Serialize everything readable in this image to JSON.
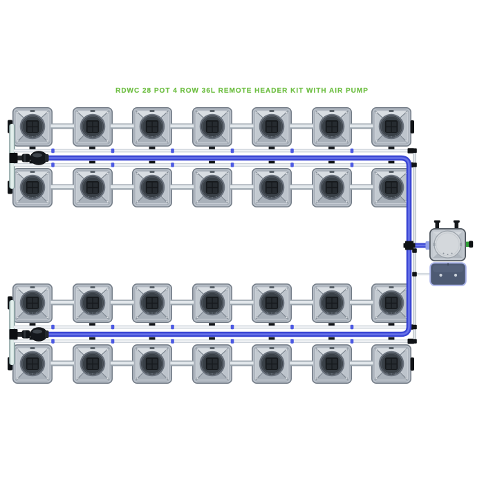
{
  "title": "RDWC 28 POT 4 ROW 36L REMOTE HEADER KIT WITH AIR PUMP",
  "system": {
    "total_pots": 28,
    "rows": 4,
    "pots_per_row": 7,
    "pot_volume_label": "36L",
    "banks": [
      {
        "name": "top-bank",
        "rows": 2,
        "pots_per_row": 7
      },
      {
        "name": "bottom-bank",
        "rows": 2,
        "pots_per_row": 7
      }
    ],
    "components": [
      "grow-pot-icon",
      "net-pot-lid-icon",
      "linking-pipe-icon",
      "return-manifold-icon",
      "delivery-tubing-icon",
      "inline-pump-icon",
      "shutoff-valve-icon",
      "remote-header-tank-icon",
      "air-pump-icon",
      "airline-icon",
      "green-fitting-icon"
    ]
  },
  "colors": {
    "title_green": "#6fbf44",
    "delivery_blue": "#3a46d4",
    "delivery_blue_highlight": "#6873e8",
    "clamp_blue": "#4d5ae2",
    "fitting_green": "#2f9e36",
    "air_pump_body": "#4d5a73",
    "air_pump_border": "#a9b3e9",
    "pot_body_grey": "#b9c0c9",
    "pipe_silver": "#e3e8ec",
    "manifold_white": "#f1f3f6",
    "teal_pipe": "#e2efec",
    "black_fitting": "#101316"
  }
}
